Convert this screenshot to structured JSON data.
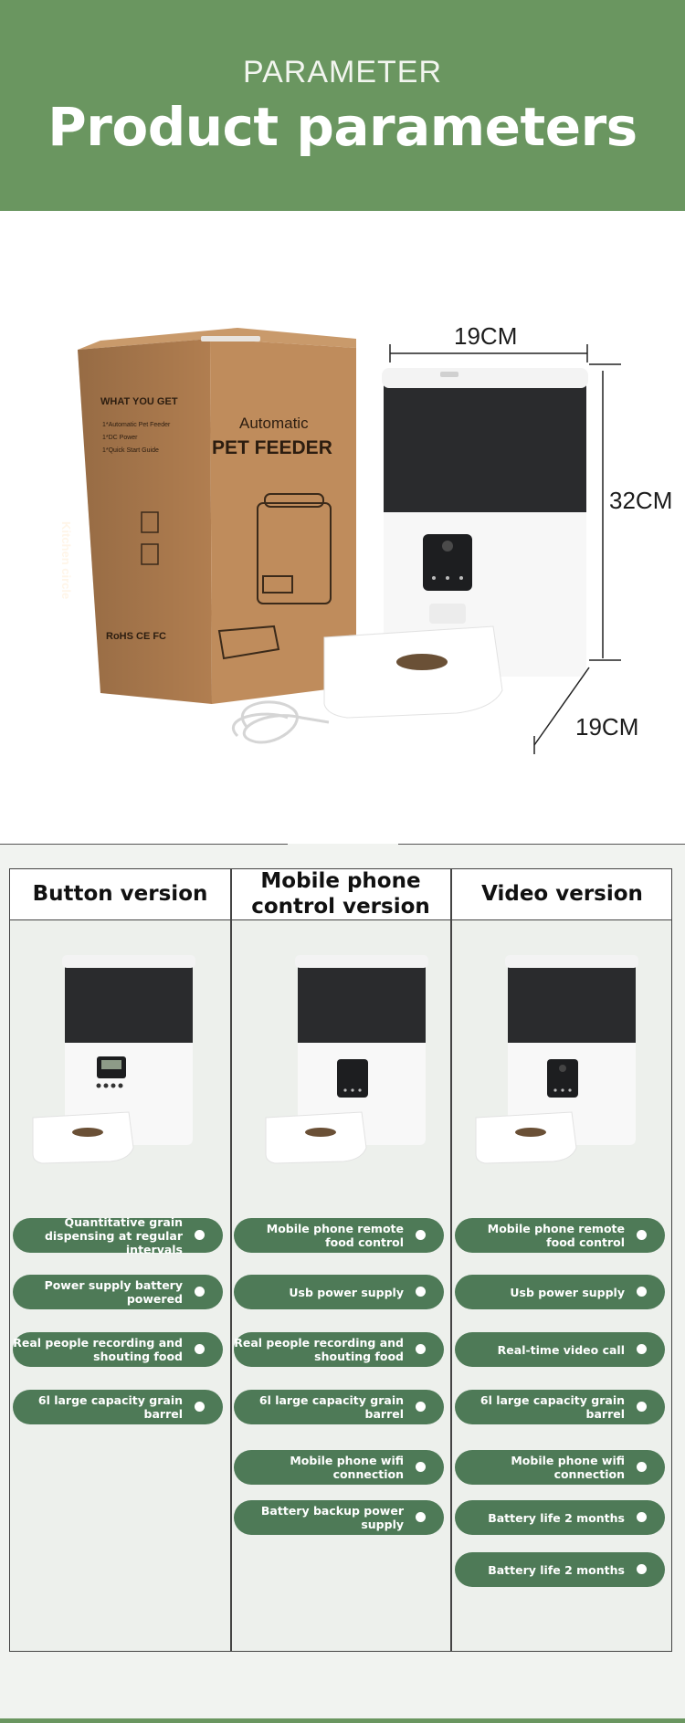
{
  "header": {
    "subtitle": "PARAMETER",
    "title": "Product parameters"
  },
  "dimensions": {
    "width": "19CM",
    "height": "32CM",
    "depth": "19CM"
  },
  "box": {
    "heading": "WHAT YOU GET",
    "items": [
      "1*Automatic Pet Feeder",
      "1*DC Power",
      "1*Quick Start Guide"
    ],
    "brand_line1": "Automatic",
    "brand_line2": "PET FEEDER",
    "side_text": "Kitchen circle",
    "certs": "RoHS  CE  FC"
  },
  "versions": [
    {
      "title": "Button version",
      "features": [
        "Quantitative grain dispensing at regular intervals",
        "Power supply battery powered",
        "Real people recording and shouting food",
        "6l large capacity grain barrel"
      ]
    },
    {
      "title": "Mobile phone control version",
      "features": [
        "Mobile phone remote food control",
        "Usb power supply",
        "Real people recording and shouting food",
        "6l large capacity grain barrel",
        "Mobile phone wifi connection",
        "Battery backup power supply"
      ]
    },
    {
      "title": "Video version",
      "features": [
        "Mobile phone remote food control",
        "Usb power supply",
        "Real-time video call",
        "6l large capacity grain barrel",
        "Mobile phone wifi connection",
        "Battery life 2 months",
        "Battery life 2 months"
      ]
    }
  ],
  "colors": {
    "header_green": "#6a9660",
    "pill_green": "#4e7a57",
    "box_brown": "#b88557",
    "tank_black": "#2a2b2d"
  }
}
